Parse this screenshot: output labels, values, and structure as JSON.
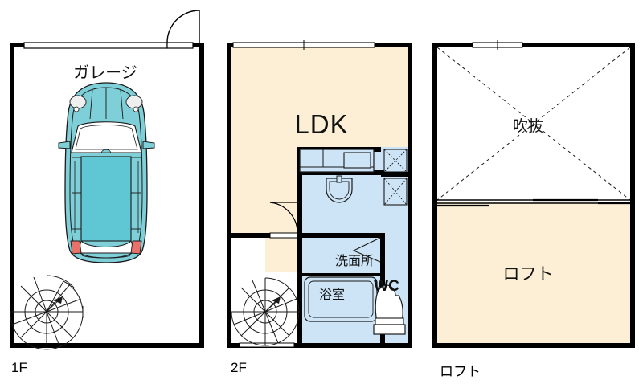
{
  "document": {
    "kind": "floor-plan",
    "panels": [
      {
        "id": "1f",
        "floor_label": "1F",
        "rooms": [
          {
            "name": "garage",
            "label": "ガレージ"
          }
        ],
        "features": [
          "garage-door-opening",
          "entry-door-swing",
          "spiral-staircase",
          "car-illustration"
        ]
      },
      {
        "id": "2f",
        "floor_label": "2F",
        "rooms": [
          {
            "name": "ldk",
            "label": "LDK"
          },
          {
            "name": "washroom",
            "label": "洗面所"
          },
          {
            "name": "bathroom",
            "label": "浴室"
          },
          {
            "name": "toilet",
            "label": "WC"
          }
        ],
        "features": [
          "kitchen-counter",
          "sink",
          "stove",
          "closet-upper",
          "closet-lower",
          "bathtub",
          "toilet-fixture",
          "door-swing",
          "spiral-staircase",
          "window"
        ]
      },
      {
        "id": "loft",
        "floor_label": "ロフト",
        "rooms": [
          {
            "name": "void",
            "label": "吹抜"
          },
          {
            "name": "loft",
            "label": "ロフト"
          }
        ],
        "features": [
          "void-cross-hatch",
          "window"
        ]
      }
    ]
  },
  "colors": {
    "wall": "#000000",
    "floor_cream": "#FCEFD5",
    "water_area": "#CCE4F6",
    "car_body": "#7FCFD8",
    "car_accent": "#E8726A",
    "paper": "#FFFFFF",
    "text": "#111111"
  },
  "labels": {
    "floor_1f": "1F",
    "floor_2f": "2F",
    "floor_loft": "ロフト",
    "garage": "ガレージ",
    "ldk": "LDK",
    "washroom": "洗面所",
    "bathroom": "浴室",
    "toilet": "WC",
    "void": "吹抜",
    "loft": "ロフト"
  }
}
